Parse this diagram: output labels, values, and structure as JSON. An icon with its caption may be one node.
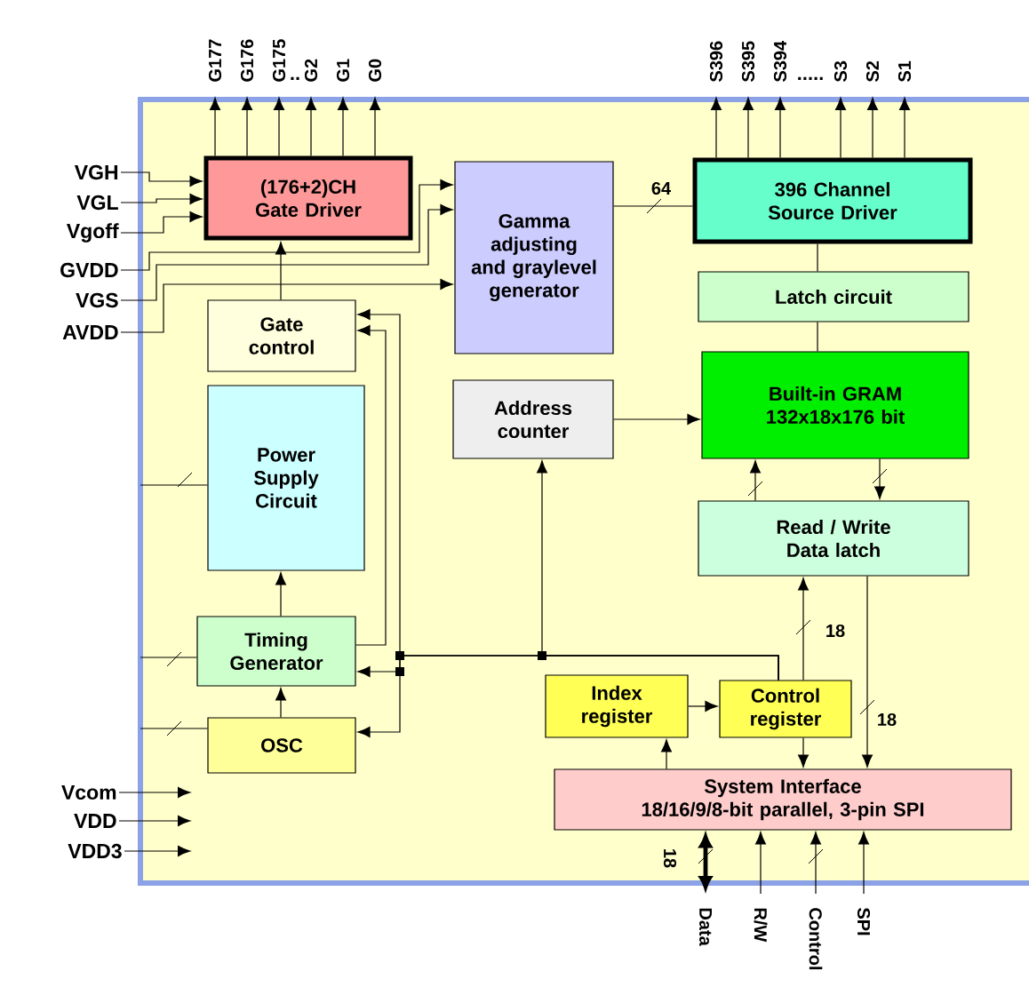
{
  "diagram": {
    "nodes": [
      {
        "text": [
          "(176+2)CH Gate Driver"
        ]
      },
      {
        "text": [
          "Gamma adjusting and graylevel generator"
        ]
      },
      {
        "text": [
          "396 Channel Source Driver"
        ]
      },
      {
        "text": [
          "Gate control"
        ]
      },
      {
        "text": [
          "Latch  circuit"
        ]
      },
      {
        "text": [
          "Address counter"
        ]
      },
      {
        "text": [
          "Built-in GRAM 132x18x176 bit"
        ]
      },
      {
        "text": [
          "Power Supply Circuit"
        ]
      },
      {
        "text": [
          "Read / Write Data latch"
        ]
      },
      {
        "text": [
          "Timing Generator"
        ]
      },
      {
        "text": [
          "Index register"
        ]
      },
      {
        "text": [
          "Control register"
        ]
      },
      {
        "text": [
          "OSC"
        ]
      },
      {
        "text": [
          "System Interface",
          "18/16/9/8-bit parallel, 3-pin SPI"
        ]
      },
      {
        "text": [
          "VGH"
        ]
      },
      {
        "text": [
          "VGL"
        ]
      },
      {
        "text": [
          "Vgoff"
        ]
      },
      {
        "text": [
          "GVDD"
        ]
      },
      {
        "text": [
          "VGS"
        ]
      },
      {
        "text": [
          "AVDD"
        ]
      },
      {
        "text": [
          "Vcom"
        ]
      },
      {
        "text": [
          "VDD"
        ]
      },
      {
        "text": [
          "VDD3"
        ]
      },
      {
        "text": [
          "G177"
        ]
      },
      {
        "text": [
          "G176"
        ]
      },
      {
        "text": [
          "G175"
        ]
      },
      {
        "text": [
          "G2"
        ]
      },
      {
        "text": [
          "G1"
        ]
      },
      {
        "text": [
          "G0"
        ]
      },
      {
        "text": [
          "S396"
        ]
      },
      {
        "text": [
          "S395"
        ]
      },
      {
        "text": [
          "S394"
        ]
      },
      {
        "text": [
          "S3"
        ]
      },
      {
        "text": [
          "S2"
        ]
      },
      {
        "text": [
          "S1"
        ]
      },
      {
        "text": [
          "Data"
        ]
      },
      {
        "text": [
          "R/W"
        ]
      },
      {
        "text": [
          "Control"
        ]
      },
      {
        "text": [
          "SPI"
        ]
      }
    ],
    "edges": [
      {
        "from": 14,
        "to": 0,
        "arrow": "to"
      },
      {
        "from": 15,
        "to": 0,
        "arrow": "to"
      },
      {
        "from": 16,
        "to": 0,
        "arrow": "to"
      },
      {
        "from": 17,
        "to": 1,
        "arrow": "to"
      },
      {
        "from": 18,
        "to": 1,
        "arrow": "to"
      },
      {
        "from": 19,
        "to": 1,
        "arrow": "to"
      },
      {
        "from": 20,
        "to": null,
        "arrow": "to"
      },
      {
        "from": 21,
        "to": null,
        "arrow": "to"
      },
      {
        "from": 22,
        "to": null,
        "arrow": "to"
      },
      {
        "from": 0,
        "to": 23,
        "arrow": "to"
      },
      {
        "from": 0,
        "to": 24,
        "arrow": "to"
      },
      {
        "from": 0,
        "to": 25,
        "arrow": "to"
      },
      {
        "from": 0,
        "to": 26,
        "arrow": "to"
      },
      {
        "from": 0,
        "to": 27,
        "arrow": "to"
      },
      {
        "from": 0,
        "to": 28,
        "arrow": "to"
      },
      {
        "from": 2,
        "to": 29,
        "arrow": "to"
      },
      {
        "from": 2,
        "to": 30,
        "arrow": "to"
      },
      {
        "from": 2,
        "to": 31,
        "arrow": "to"
      },
      {
        "from": 2,
        "to": 32,
        "arrow": "to"
      },
      {
        "from": 2,
        "to": 33,
        "arrow": "to"
      },
      {
        "from": 2,
        "to": 34,
        "arrow": "to"
      },
      {
        "from": 1,
        "to": 2,
        "arrow": "none",
        "label": "64"
      },
      {
        "from": 2,
        "to": 4,
        "arrow": "none"
      },
      {
        "from": 4,
        "to": 6,
        "arrow": "none"
      },
      {
        "from": 5,
        "to": 6,
        "arrow": "to"
      },
      {
        "from": 6,
        "to": 8,
        "arrow": "to"
      },
      {
        "from": 8,
        "to": 6,
        "arrow": "to"
      },
      {
        "from": 3,
        "to": 0,
        "arrow": "to"
      },
      {
        "from": 9,
        "to": 7,
        "arrow": "to"
      },
      {
        "from": 12,
        "to": 9,
        "arrow": "to"
      },
      {
        "from": 9,
        "to": 3,
        "arrow": "to"
      },
      {
        "from": 11,
        "to": 3,
        "arrow": "to"
      },
      {
        "from": 11,
        "to": 9,
        "arrow": "to"
      },
      {
        "from": 11,
        "to": 12,
        "arrow": "to"
      },
      {
        "from": 11,
        "to": 5,
        "arrow": "to"
      },
      {
        "from": 11,
        "to": 8,
        "arrow": "to",
        "label": "18"
      },
      {
        "from": 8,
        "to": 13,
        "arrow": "to",
        "label": "18"
      },
      {
        "from": 11,
        "to": 13,
        "arrow": "to"
      },
      {
        "from": 13,
        "to": 10,
        "arrow": "to"
      },
      {
        "from": 10,
        "to": 11,
        "arrow": "to"
      },
      {
        "from": 35,
        "to": 13,
        "arrow": "both",
        "label": "18",
        "style": "thick"
      },
      {
        "from": 36,
        "to": 13,
        "arrow": "to"
      },
      {
        "from": 37,
        "to": 13,
        "arrow": "to"
      },
      {
        "from": 38,
        "to": 13,
        "arrow": "to"
      },
      {
        "from": null,
        "to": 7,
        "arrow": "none"
      },
      {
        "from": null,
        "to": 9,
        "arrow": "none"
      },
      {
        "from": null,
        "to": 12,
        "arrow": "none"
      }
    ],
    "labels": [
      "..",
      "....."
    ]
  }
}
